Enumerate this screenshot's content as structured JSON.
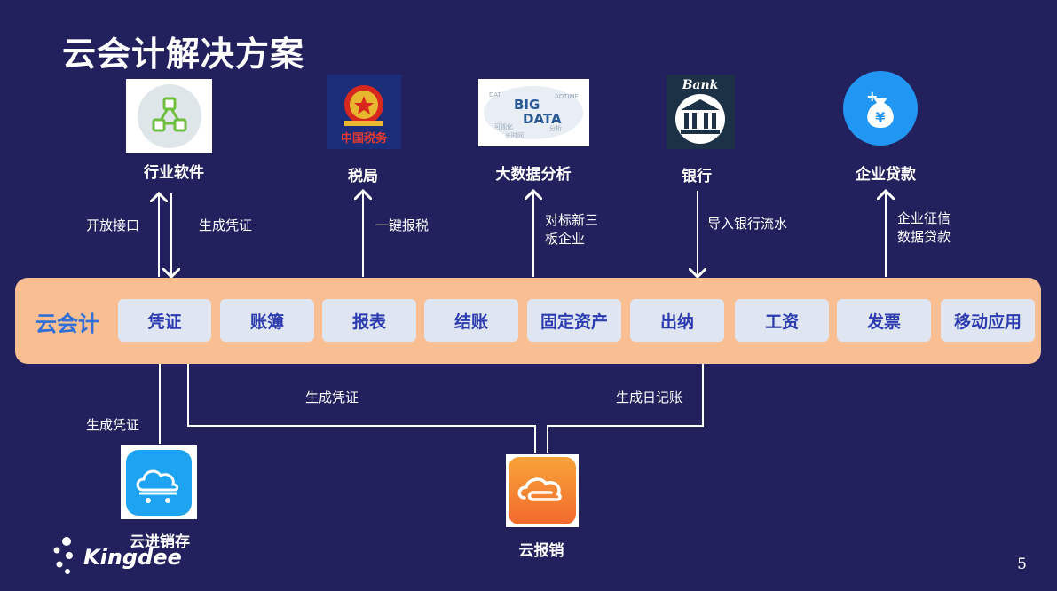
{
  "title": "云会计解决方案",
  "top_nodes": [
    {
      "id": "industry",
      "label": "行业软件",
      "icon": "hierarchy-network-icon"
    },
    {
      "id": "tax",
      "label": "税局",
      "icon": "national-emblem-icon",
      "icon_text": "中国税务"
    },
    {
      "id": "bigdata",
      "label": "大数据分析",
      "icon": "big-data-word-cloud-icon",
      "icon_text": [
        "BIG",
        "DATA"
      ]
    },
    {
      "id": "bank",
      "label": "银行",
      "icon": "bank-building-icon",
      "icon_text": "Bank"
    },
    {
      "id": "loan",
      "label": "企业贷款",
      "icon": "money-bag-yuan-icon",
      "icon_text": "¥"
    }
  ],
  "edge_labels": {
    "open_api": "开放接口",
    "gen_voucher_top": "生成凭证",
    "one_click_tax": "一键报税",
    "neeq": [
      "对标新三",
      "板企业"
    ],
    "import_bank": "导入银行流水",
    "credit_loan": [
      "企业征信",
      "数据贷款"
    ],
    "gen_voucher_mid": "生成凭证",
    "gen_journal": "生成日记账",
    "gen_voucher_left": "生成凭证"
  },
  "band": {
    "title": "云会计",
    "modules": [
      "凭证",
      "账簿",
      "报表",
      "结账",
      "固定资产",
      "出纳",
      "工资",
      "发票",
      "移动应用"
    ]
  },
  "bottom_nodes": [
    {
      "id": "inventory",
      "label": "云进销存",
      "icon": "cloud-cart-icon"
    },
    {
      "id": "expense",
      "label": "云报销",
      "icon": "cloud-clip-icon"
    }
  ],
  "brand": "Kingdee",
  "page_number": "5",
  "colors": {
    "background": "#23215d",
    "band": "#f9bf93",
    "module_bg": "#dfe6f2",
    "module_text": "#2c3bb0",
    "band_title": "#2f6fd6"
  }
}
